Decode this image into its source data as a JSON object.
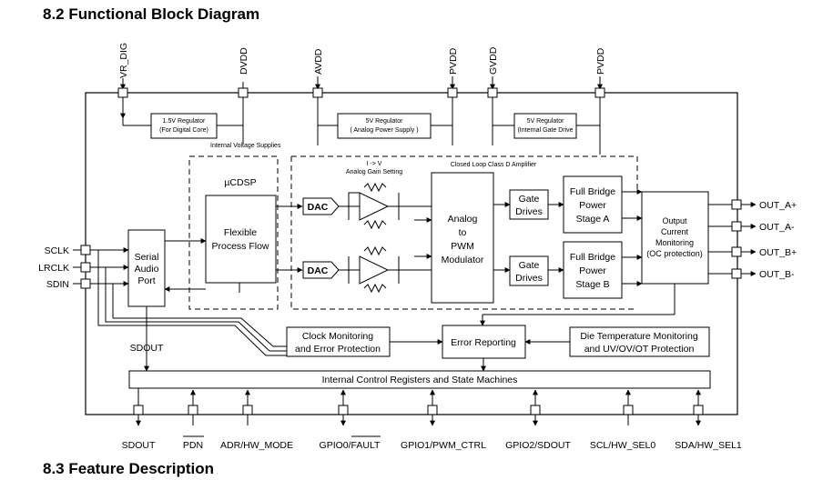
{
  "headings": {
    "section": "8.2 Functional Block Diagram",
    "next_section": "8.3 Feature Description"
  },
  "rails": [
    "VR_DIG",
    "DVDD",
    "AVDD",
    "PVDD",
    "GVDD",
    "PVDD"
  ],
  "regulators": {
    "digital": [
      "1.5V Regulator",
      "(For Digital Core)"
    ],
    "analog": [
      "5V Regulator",
      "( Analog Power Supply )"
    ],
    "gate": [
      "5V Regulator",
      "(Internal Gate Drive"
    ]
  },
  "labels": {
    "internal_supplies": "Internal Voltage Supplies",
    "ucdsp": "µCDSP",
    "iv": "I -> V",
    "analog_gain": "Analog Gain Setting",
    "closed_loop": "Closed Loop Class D Amplifier",
    "sdout_internal": "SDOUT"
  },
  "blocks": {
    "serial_audio": [
      "Serial",
      "Audio",
      "Port"
    ],
    "flexible": [
      "Flexible",
      "Process Flow"
    ],
    "dac": "DAC",
    "modulator": [
      "Analog",
      "to",
      "PWM",
      "Modulator"
    ],
    "gate_drives": [
      "Gate",
      "Drives"
    ],
    "bridge_a": [
      "Full Bridge",
      "Power",
      "Stage A"
    ],
    "bridge_b": [
      "Full Bridge",
      "Power",
      "Stage B"
    ],
    "monitor": [
      "Output",
      "Current",
      "Monitoring",
      "(OC protection)"
    ],
    "clock_mon": [
      "Clock Monitoring",
      "and Error Protection"
    ],
    "error": "Error Reporting",
    "die_temp": [
      "Die Temperature Monitoring",
      "and UV/OV/OT Protection"
    ],
    "registers": "Internal Control Registers and State Machines"
  },
  "inputs": [
    "SCLK",
    "LRCLK",
    "SDIN"
  ],
  "outputs": [
    "OUT_A+",
    "OUT_A-",
    "OUT_B+",
    "OUT_B-"
  ],
  "bottom_pins": [
    "SDOUT",
    "PDN",
    "ADR/HW_MODE",
    "GPIO0/FAULT",
    "GPIO1/PWM_CTRL",
    "GPIO2/SDOUT",
    "SCL/HW_SEL0",
    "SDA/HW_SEL1"
  ]
}
